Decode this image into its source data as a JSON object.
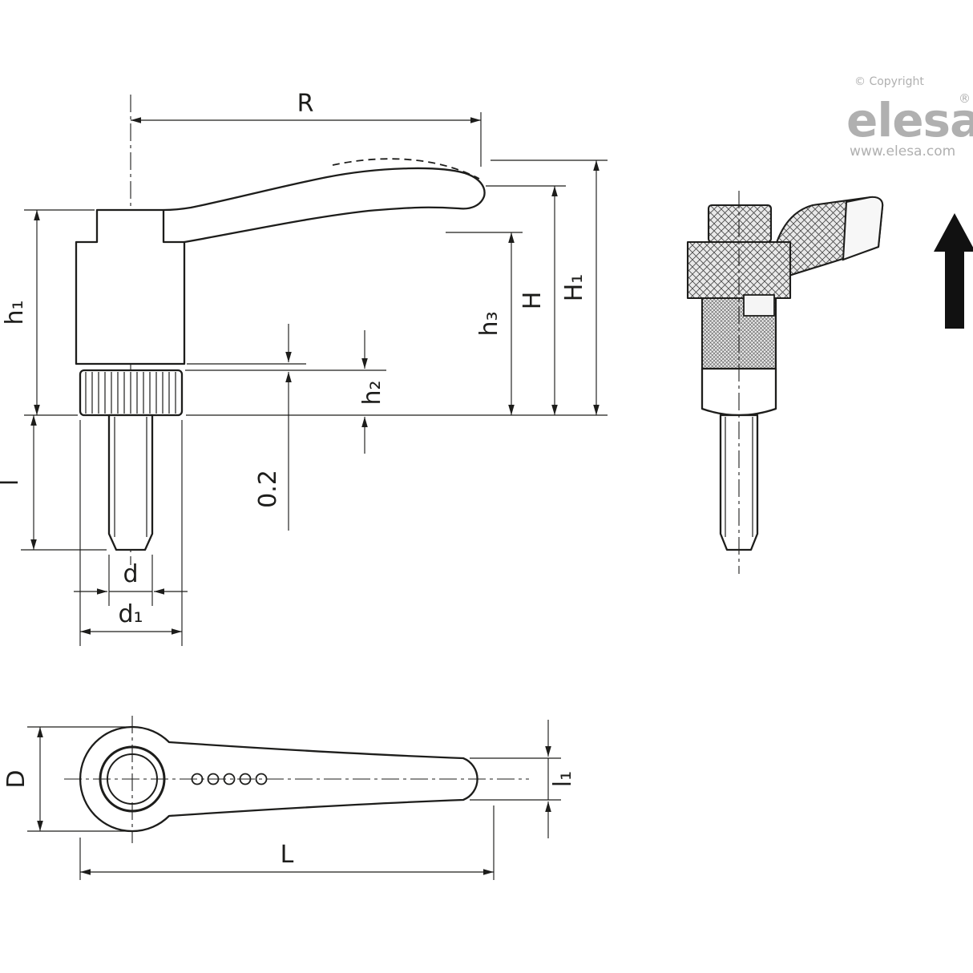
{
  "page": {
    "background": "#ffffff",
    "line_color": "#1d1d1b"
  },
  "brand": {
    "copyright": "© Copyright",
    "logo_text": "elesa",
    "registered_mark": "®",
    "website": "www.elesa.com",
    "logo_color": "#b0b0b0"
  },
  "icons": {
    "up_arrow": "▲"
  },
  "views": {
    "side_view": {
      "labels": {
        "R": "R",
        "h1": "h₁",
        "l": "l",
        "h3": "h₃",
        "H": "H",
        "H1": "H₁",
        "h2": "h₂",
        "gap": "0.2",
        "d": "d",
        "d1": "d₁"
      }
    },
    "top_view": {
      "labels": {
        "D": "D",
        "L": "L",
        "l1": "l₁"
      }
    }
  }
}
